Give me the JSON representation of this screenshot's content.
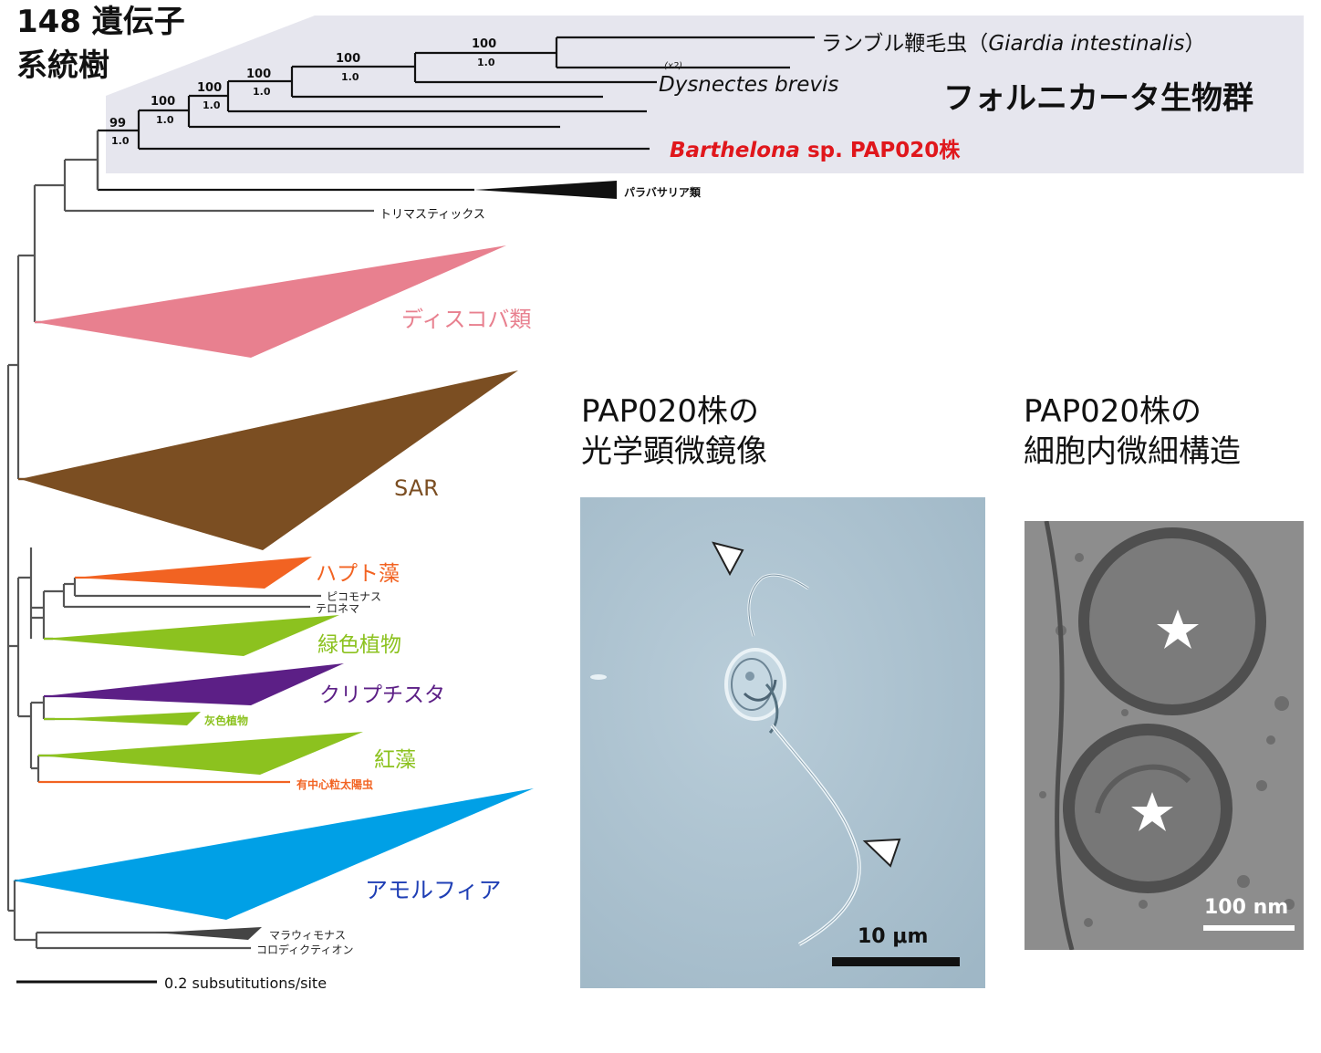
{
  "title": {
    "line1": "148 遺伝子",
    "line2": "系統樹"
  },
  "fornicata_label": "フォルニカータ生物群",
  "taxa": {
    "giardia_jp": "ランブル鞭毛虫（",
    "giardia_sci": "Giardia intestinalis",
    "giardia_close": "）",
    "x2": "(x2)",
    "dysnectes": "Dysnectes brevis",
    "barthelona_genus": "Barthelona",
    "barthelona_rest": " sp. PAP020株",
    "parabasalia": "パラバサリア類",
    "trimastix": "トリマスティックス",
    "discoba": "ディスコバ類",
    "sar": "SAR",
    "haptophyta": "ハプト藻",
    "picomonas": "ピコモナス",
    "telonema": "テロネマ",
    "green_plants": "緑色植物",
    "cryptista": "クリプチスタ",
    "glaucophyta": "灰色植物",
    "red_algae": "紅藻",
    "centrohelid": "有中心粒太陽虫",
    "amorphea": "アモルフィア",
    "malawimonas": "マラウィモナス",
    "collodictyon": "コロディクティオン"
  },
  "support_values": [
    {
      "bootstrap": "100",
      "posterior": "1.0"
    },
    {
      "bootstrap": "100",
      "posterior": "1.0"
    },
    {
      "bootstrap": "100",
      "posterior": "1.0"
    },
    {
      "bootstrap": "100",
      "posterior": "1.0"
    },
    {
      "bootstrap": "100",
      "posterior": "1.0"
    },
    {
      "bootstrap": "99",
      "posterior": "1.0"
    }
  ],
  "scale_bar_label": "0.2 subsutitutions/site",
  "micrograph": {
    "title_line1": "PAP020株の",
    "title_line2": "光学顕微鏡像",
    "scale_label": "10 μm"
  },
  "tem": {
    "title_line1": "PAP020株の",
    "title_line2": "細胞内微細構造",
    "scale_label": "100 nm"
  },
  "colors": {
    "fornicata_bg": "#e6e6ee",
    "discoba": "#e8808f",
    "sar": "#7b4e22",
    "haptophyta": "#f26322",
    "green": "#8cc21f",
    "cryptista": "#5c1f86",
    "amorphea": "#00a0e6",
    "amorphea_label": "#1f3fb5",
    "barthelona": "#e0171c",
    "tree_grey": "#555555"
  }
}
